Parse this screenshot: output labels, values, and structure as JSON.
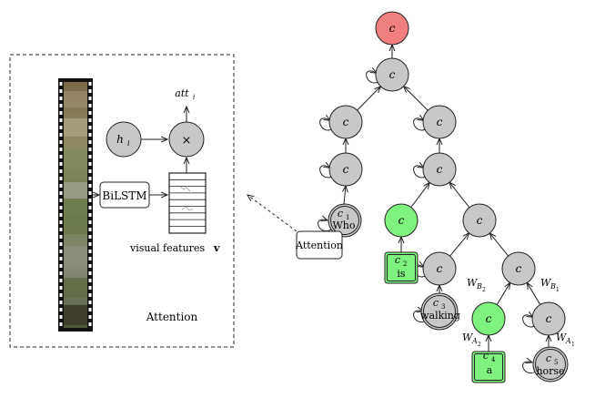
{
  "attention_panel": {
    "title": "Attention",
    "h_label": "h",
    "h_sub": "i",
    "times_label": "×",
    "att_label": "att",
    "att_sub": "i",
    "bilstm_label": "BiLSTM",
    "features_label": "visual features",
    "features_bold": "v"
  },
  "tree": {
    "attention_box_label": "Attention",
    "node_symbol": "c",
    "leaves": [
      {
        "sym": "c",
        "sub": "1",
        "word": "Who"
      },
      {
        "sym": "c",
        "sub": "2",
        "word": "is"
      },
      {
        "sym": "c",
        "sub": "3",
        "word": "walking"
      },
      {
        "sym": "c",
        "sub": "4",
        "word": "a"
      },
      {
        "sym": "c",
        "sub": "5",
        "word": "horse"
      }
    ],
    "weights": {
      "wb2": {
        "base": "W",
        "sub": "B",
        "subsub": "2"
      },
      "wb1": {
        "base": "W",
        "sub": "B",
        "subsub": "1"
      },
      "wa2": {
        "base": "W",
        "sub": "A",
        "subsub": "2"
      },
      "wa1": {
        "base": "W",
        "sub": "A",
        "subsub": "1"
      }
    }
  },
  "colors": {
    "root": "#f07f7f",
    "internal": "#c8c8c8",
    "green": "#80f27f",
    "stroke": "#222222"
  }
}
